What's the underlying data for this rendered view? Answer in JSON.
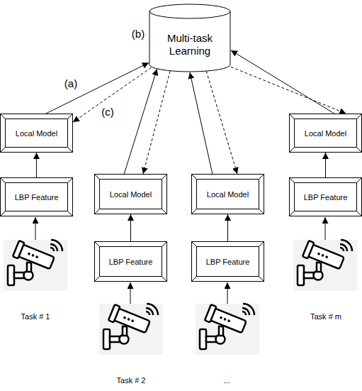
{
  "diagram": {
    "nodes": [
      {
        "text": [
          "Multi-task Learning"
        ]
      },
      {
        "text": [
          "Local Model"
        ]
      },
      {
        "text": [
          "LBP Feature"
        ]
      },
      {
        "text": [
          "Local Model"
        ]
      },
      {
        "text": [
          "LBP Feature"
        ]
      },
      {
        "text": [
          "Local Model"
        ]
      },
      {
        "text": [
          "LBP Feature"
        ]
      },
      {
        "text": [
          "Local Model"
        ]
      },
      {
        "text": [
          "LBP Feature"
        ]
      }
    ],
    "edges": [
      {
        "from": 2,
        "to": 1,
        "arrow": "to"
      },
      {
        "from": 1,
        "to": 0,
        "arrow": "to"
      },
      {
        "from": 0,
        "to": 1,
        "arrow": "to"
      },
      {
        "from": 4,
        "to": 3,
        "arrow": "to"
      },
      {
        "from": 3,
        "to": 0,
        "arrow": "to"
      },
      {
        "from": 0,
        "to": 3,
        "arrow": "to"
      },
      {
        "from": 6,
        "to": 5,
        "arrow": "to"
      },
      {
        "from": 5,
        "to": 0,
        "arrow": "to"
      },
      {
        "from": 0,
        "to": 5,
        "arrow": "to"
      },
      {
        "from": 8,
        "to": 7,
        "arrow": "to"
      },
      {
        "from": 7,
        "to": 0,
        "arrow": "to"
      },
      {
        "from": 0,
        "to": 7,
        "arrow": "to"
      }
    ],
    "labels": [
      "(a)",
      "(b)",
      "(c)",
      "Task # 1",
      "Task # 2",
      "...",
      "Task # m"
    ]
  }
}
